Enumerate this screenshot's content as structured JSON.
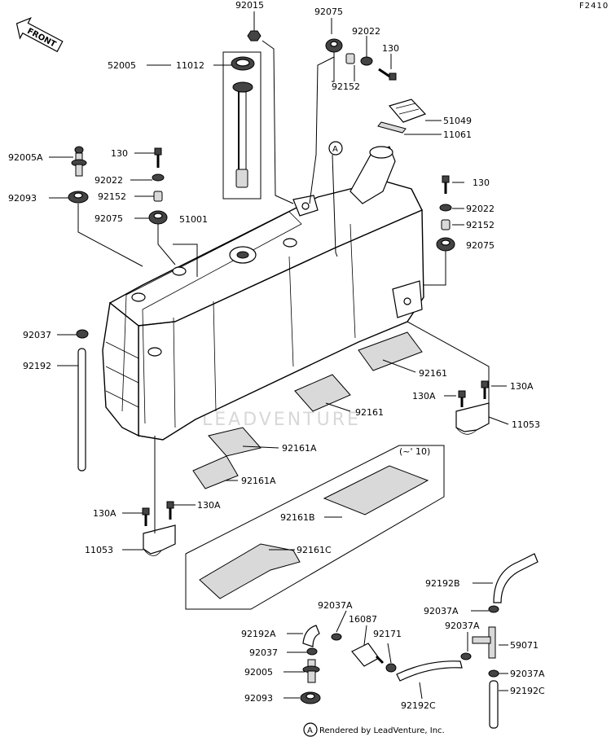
{
  "figure_code": "F2410",
  "front_label": "FRONT",
  "range_note": "(~' 10)",
  "ref_marker": "A",
  "footer": "Rendered by LeadVenture, Inc.",
  "watermark": "LEADVENTURE",
  "labels": {
    "p92015": "92015",
    "p92075_top": "92075",
    "p92022_top": "92022",
    "p130_top": "130",
    "p92152_top": "92152",
    "p52005": "52005",
    "p11012": "11012",
    "p51049": "51049",
    "p11061": "11061",
    "p92005A": "92005A",
    "p130_left": "130",
    "p92022_left": "92022",
    "p92093_left": "92093",
    "p92152_left": "92152",
    "p92075_left": "92075",
    "p51001": "51001",
    "p130_right": "130",
    "p92022_right": "92022",
    "p92152_right": "92152",
    "p92075_right": "92075",
    "p92037": "92037",
    "p92192": "92192",
    "p92161_a": "92161",
    "p92161_b": "92161",
    "p130A_r1": "130A",
    "p130A_r2": "130A",
    "p11053_right": "11053",
    "p92161A_1": "92161A",
    "p92161A_2": "92161A",
    "p92161B": "92161B",
    "p92161C": "92161C",
    "p130A_l1": "130A",
    "p130A_l2": "130A",
    "p11053_left": "11053",
    "p92192B": "92192B",
    "p92037A_1": "92037A",
    "p92037A_2": "92037A",
    "p92037A_3": "92037A",
    "p92037A_4": "92037A",
    "p16087": "16087",
    "p92171": "92171",
    "p92192A": "92192A",
    "p92037_b": "92037",
    "p92005": "92005",
    "p92093_b": "92093",
    "p92192C_1": "92192C",
    "p92192C_2": "92192C",
    "p59071": "59071"
  }
}
